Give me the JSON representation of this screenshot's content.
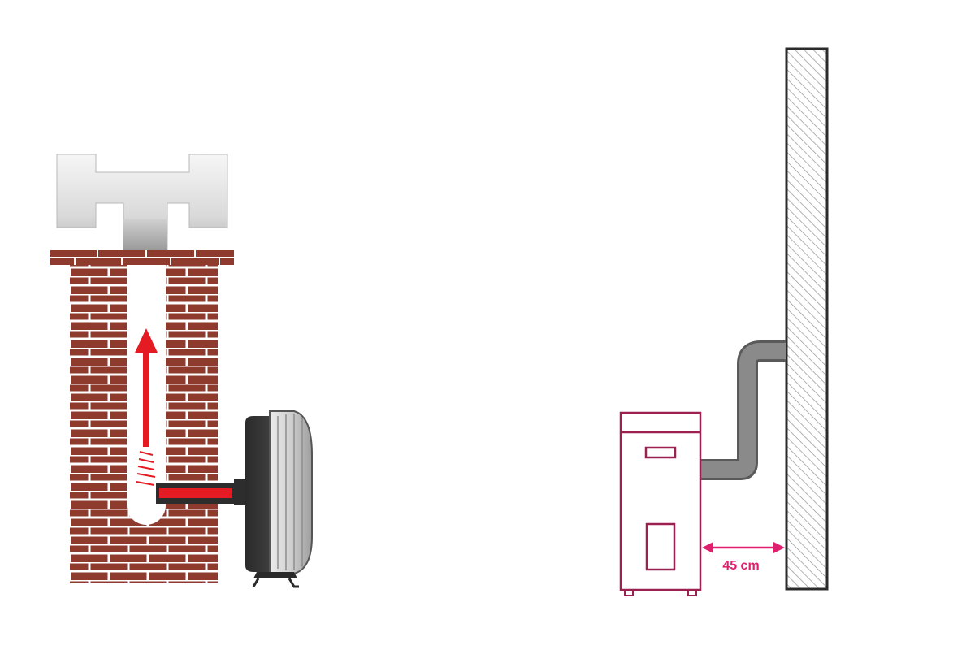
{
  "diagram": {
    "colors": {
      "background": "#ffffff",
      "brick": "#8e3b2e",
      "mortar": "#ffffff",
      "cap_light": "#f4f4f4",
      "cap_dark": "#9a9a9a",
      "arrow": "#e41b23",
      "stove_body": "#3a3a3a",
      "stove_panel": "#d7d7d7",
      "boiler_outline": "#9b2150",
      "dimension": "#e01e6e",
      "duct": "#8a8a8a",
      "wall_outline": "#2b2b2b",
      "wall_hatch": "#9e9e9e"
    },
    "left_scene": {
      "name": "chimney-with-stove",
      "arrow_direction": "up"
    },
    "right_scene": {
      "name": "boiler-near-wall",
      "clearance_label": "45 cm"
    }
  }
}
